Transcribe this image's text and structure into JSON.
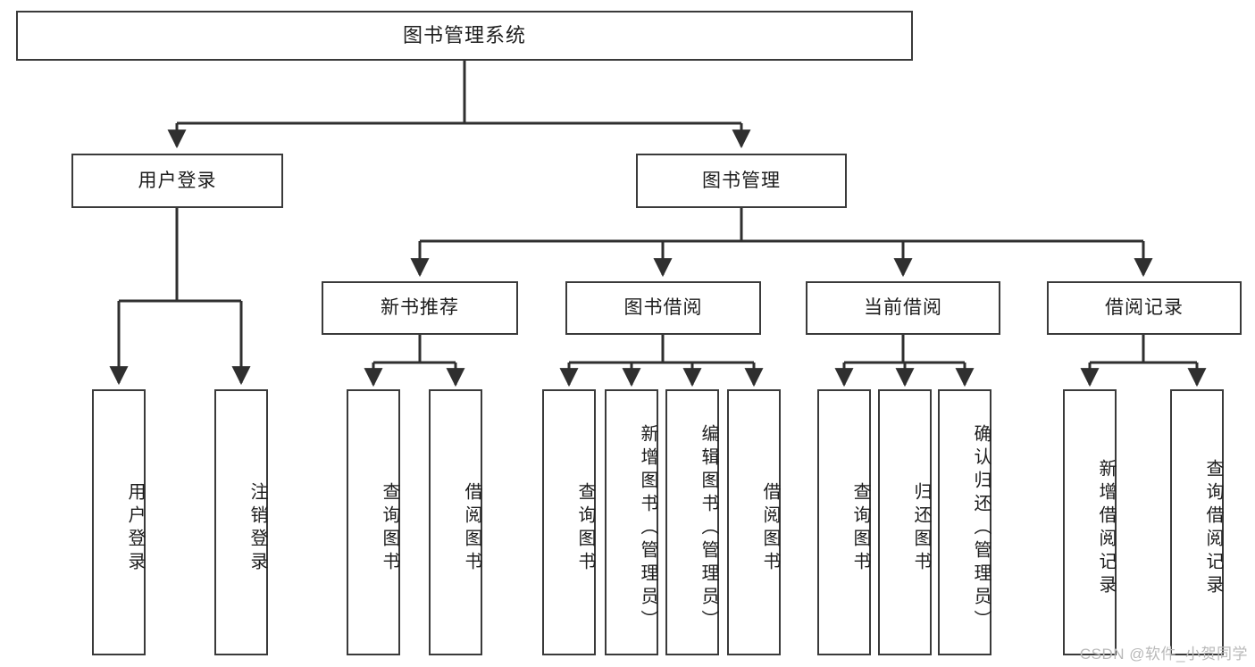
{
  "diagram": {
    "type": "tree",
    "title": "图书管理系统",
    "orientation": "top-down",
    "colors": {
      "box_border": "#3a3a3a",
      "box_fill": "#ffffff",
      "line": "#2f2f2f",
      "text": "#1d1d1d",
      "watermark": "#b9b9b9"
    },
    "root": {
      "id": "root",
      "label": "图书管理系统"
    },
    "level1": [
      {
        "id": "user-login",
        "label": "用户登录"
      },
      {
        "id": "book-management",
        "label": "图书管理"
      }
    ],
    "level2": [
      {
        "id": "new-book-recommend",
        "label": "新书推荐",
        "parent": "book-management"
      },
      {
        "id": "book-borrow",
        "label": "图书借阅",
        "parent": "book-management"
      },
      {
        "id": "current-borrow",
        "label": "当前借阅",
        "parent": "book-management"
      },
      {
        "id": "borrow-record",
        "label": "借阅记录",
        "parent": "book-management"
      }
    ],
    "leaves": {
      "user-login": [
        {
          "id": "leaf-user-login",
          "label": "用户登录"
        },
        {
          "id": "leaf-logout-login",
          "label": "注销登录"
        }
      ],
      "new-book-recommend": [
        {
          "id": "leaf-query-book-1",
          "label": "查询图书"
        },
        {
          "id": "leaf-borrow-book-1",
          "label": "借阅图书"
        }
      ],
      "book-borrow": [
        {
          "id": "leaf-query-book-2",
          "label": "查询图书"
        },
        {
          "id": "leaf-add-book",
          "label": "新增图书（管理员）"
        },
        {
          "id": "leaf-edit-book",
          "label": "编辑图书（管理员）"
        },
        {
          "id": "leaf-borrow-book-2",
          "label": "借阅图书"
        }
      ],
      "current-borrow": [
        {
          "id": "leaf-query-book-3",
          "label": "查询图书"
        },
        {
          "id": "leaf-return-book",
          "label": "归还图书"
        },
        {
          "id": "leaf-confirm-return",
          "label": "确认归还（管理员）"
        }
      ],
      "borrow-record": [
        {
          "id": "leaf-add-record",
          "label": "新增借阅记录"
        },
        {
          "id": "leaf-query-record",
          "label": "查询借阅记录"
        }
      ]
    }
  },
  "watermark": {
    "text": "CSDN @软件_小贺同学"
  }
}
